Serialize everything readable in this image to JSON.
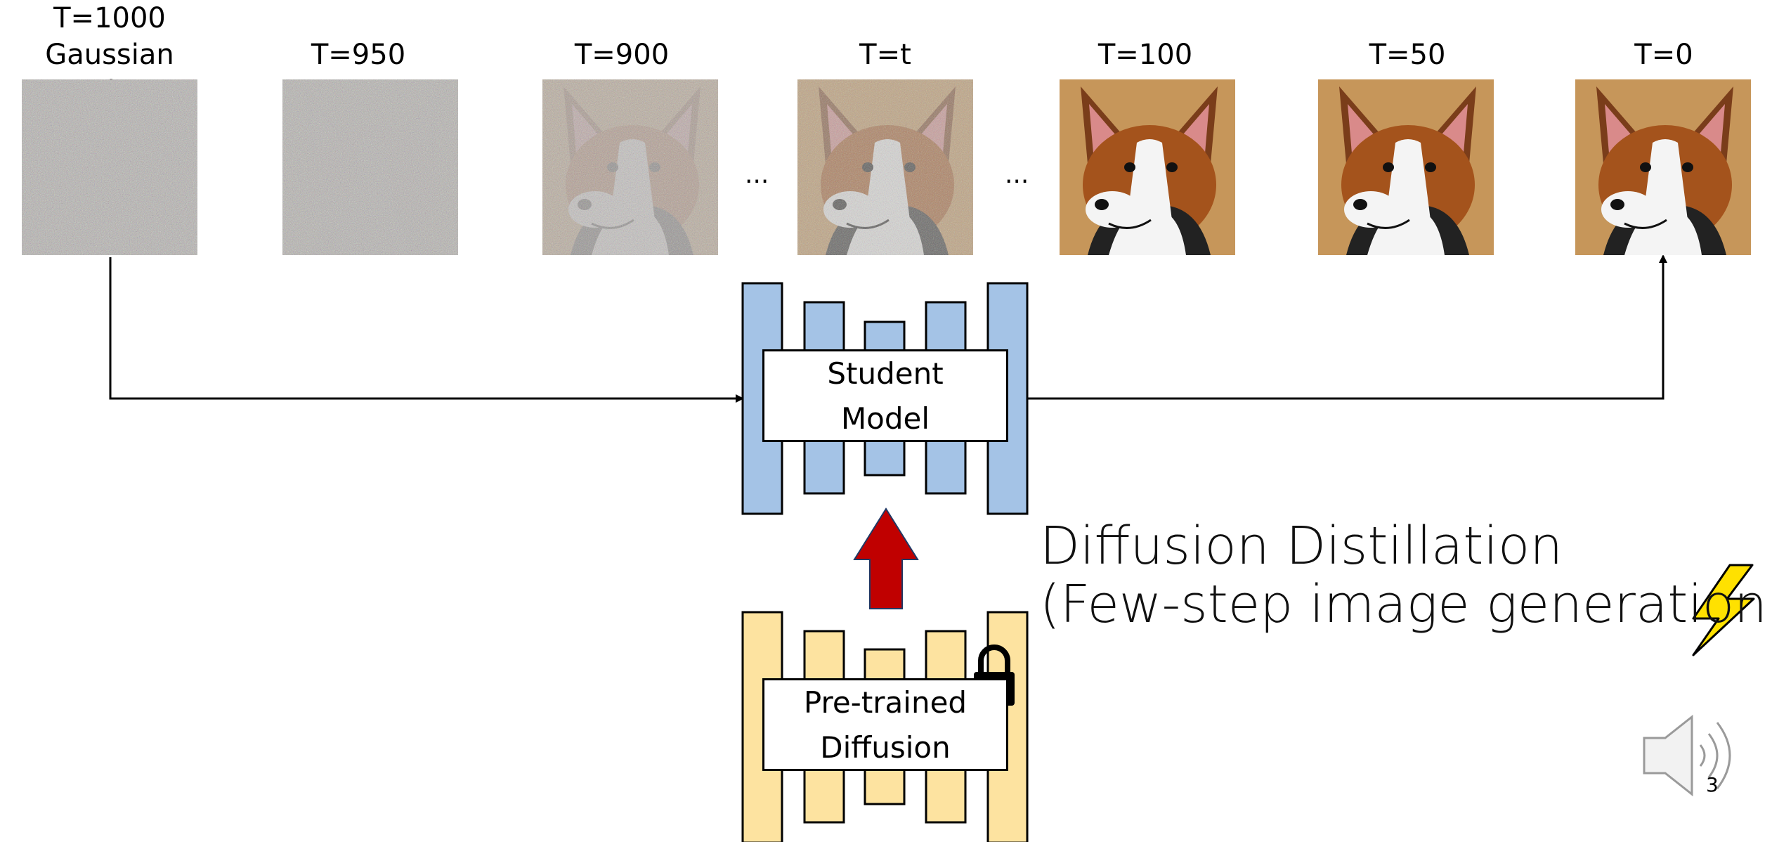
{
  "timesteps": [
    {
      "label_line1": "T=1000",
      "label_line2": "Gaussian noise",
      "noise_level": 1.0
    },
    {
      "label": "T=950",
      "noise_level": 0.95
    },
    {
      "label": "T=900",
      "noise_level": 0.75
    },
    {
      "label": "T=t",
      "noise_level": 0.45
    },
    {
      "label": "T=100",
      "noise_level": 0.0
    },
    {
      "label": "T=50",
      "noise_level": 0.0
    },
    {
      "label": "T=0",
      "noise_level": 0.0
    }
  ],
  "ellipsis": [
    "...",
    "..."
  ],
  "student": {
    "line1": "Student",
    "line2": "Model",
    "color": "#a4c3e6",
    "border": "#000000"
  },
  "teacher": {
    "line1": "Pre-trained",
    "line2": "Diffusion",
    "color": "#fde3a0",
    "border": "#000000"
  },
  "distill_arrow_color": "#c00000",
  "caption": {
    "line1": "Diffusion Distillation",
    "line2": "(Few-step image generation",
    "line2_end": ")"
  },
  "icons": [
    "lock-icon",
    "lightning-icon",
    "speaker-icon"
  ],
  "page_number": "3"
}
